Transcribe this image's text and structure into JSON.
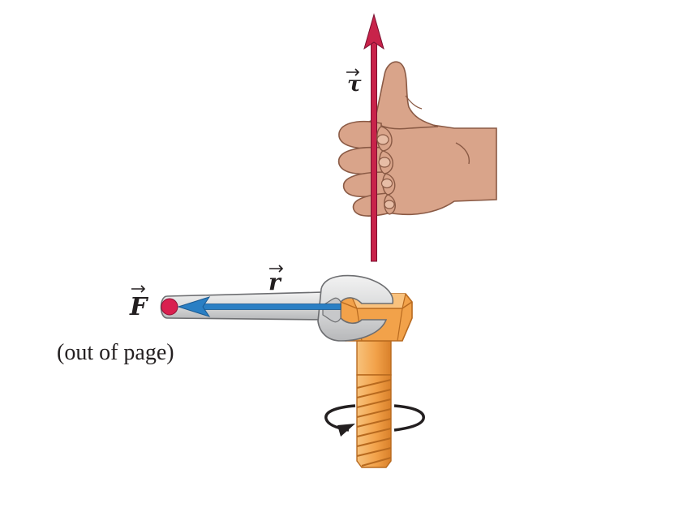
{
  "labels": {
    "torque": "τ",
    "position": "r",
    "force": "F",
    "force_note": "(out of page)"
  },
  "colors": {
    "torque_vector": "#c8234a",
    "position_vector": "#2a7fc4",
    "force_dot": "#d9204f",
    "hand_skin": "#d9a48a",
    "bolt": "#f2a24a",
    "wrench": "#d8d9da",
    "text": "#231f20"
  },
  "icons": {
    "hand": "right-hand-thumb-up-icon",
    "wrench": "wrench-icon",
    "bolt": "bolt-icon",
    "rotation": "curved-rotation-arrow-icon"
  }
}
